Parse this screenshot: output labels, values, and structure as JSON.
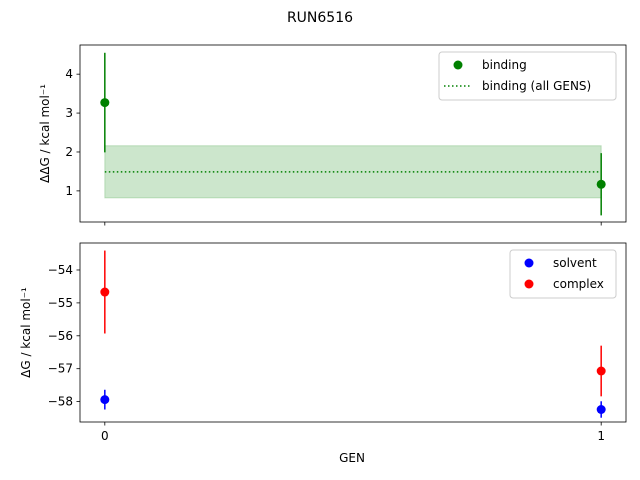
{
  "chart_data": {
    "title": "RUN6516",
    "xlabel": "GEN",
    "x_ticks": [
      0,
      1
    ],
    "panels": [
      {
        "type": "scatter",
        "ylabel": "ΔΔG / kcal mol⁻¹",
        "ylim": [
          0.2,
          4.75
        ],
        "yticks": [
          1,
          2,
          3,
          4
        ],
        "legend_position": "top-right",
        "series": [
          {
            "name": "binding",
            "color": "#008000",
            "marker": "circle",
            "x": [
              0,
              1
            ],
            "y": [
              3.27,
              1.17
            ],
            "yerr": [
              1.28,
              0.8
            ]
          }
        ],
        "reference": {
          "name": "binding (all GENS)",
          "color": "#008000",
          "style": "dotted",
          "value": 1.49,
          "band": [
            0.82,
            2.16
          ],
          "band_color": "#008000"
        }
      },
      {
        "type": "scatter",
        "ylabel": "ΔG / kcal mol⁻¹",
        "ylim": [
          -58.62,
          -53.18
        ],
        "yticks": [
          -58,
          -57,
          -56,
          -55,
          -54
        ],
        "legend_position": "top-right",
        "series": [
          {
            "name": "solvent",
            "color": "#0000ff",
            "marker": "circle",
            "x": [
              0,
              1
            ],
            "y": [
              -57.94,
              -58.24
            ],
            "yerr": [
              0.3,
              0.25
            ]
          },
          {
            "name": "complex",
            "color": "#ff0000",
            "marker": "circle",
            "x": [
              0,
              1
            ],
            "y": [
              -54.67,
              -57.07
            ],
            "yerr": [
              1.26,
              0.77
            ]
          }
        ]
      }
    ]
  }
}
